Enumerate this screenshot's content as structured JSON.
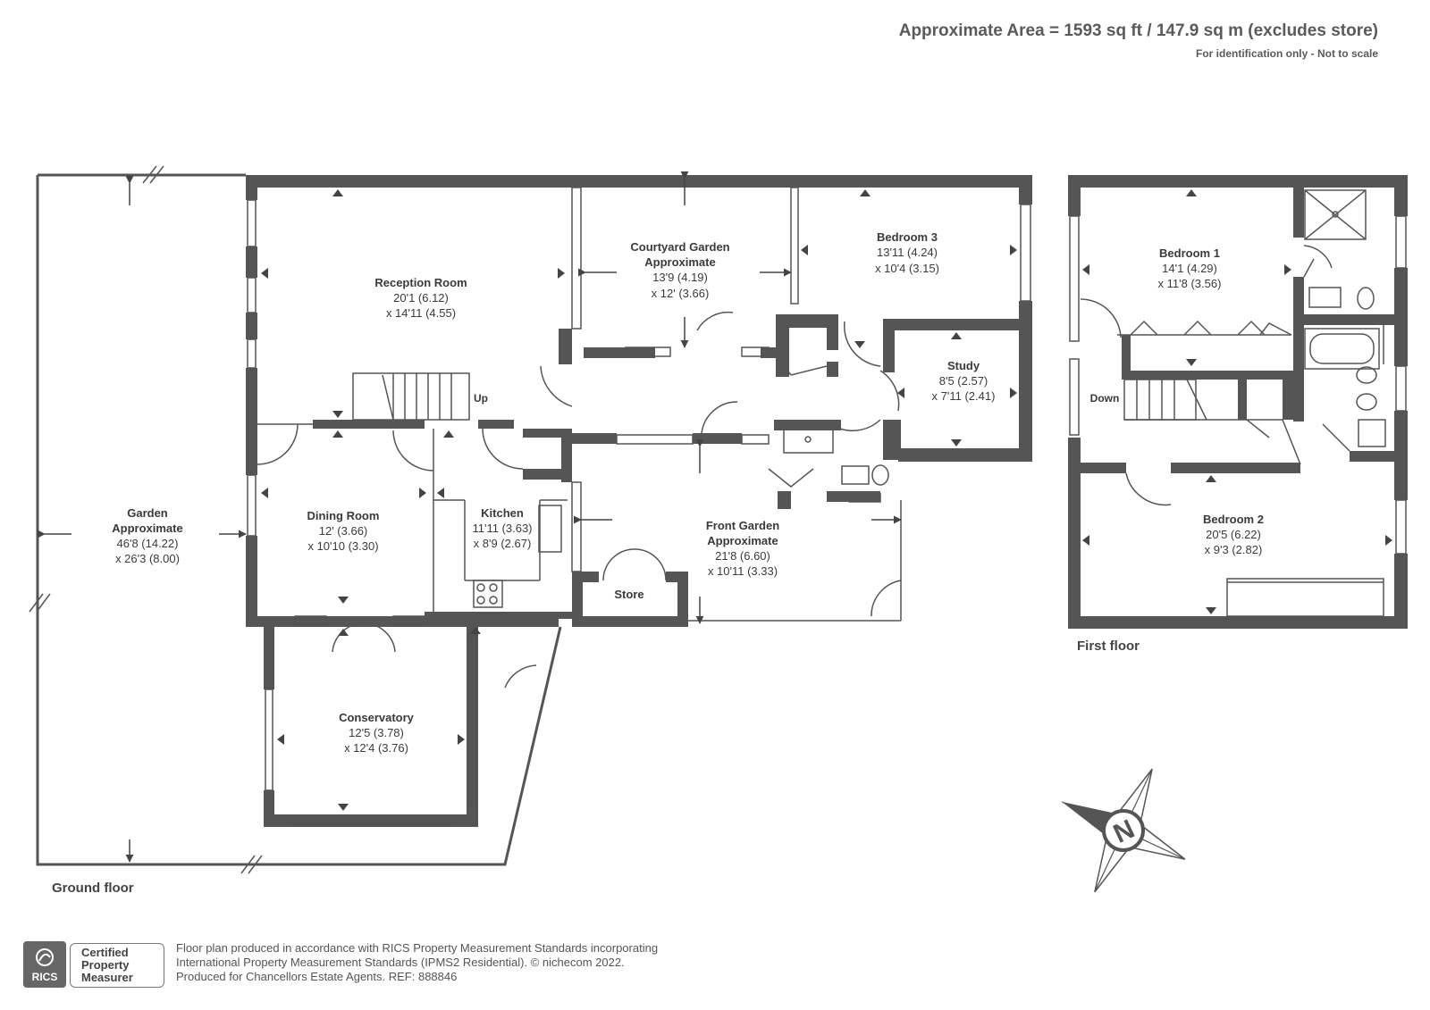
{
  "header": {
    "area": "Approximate Area = 1593 sq ft / 147.9 sq m (excludes store)",
    "note": "For identification only - Not to scale"
  },
  "rooms": {
    "garden": {
      "name_1": "Garden",
      "name_2": "Approximate",
      "dim_1": "46'8 (14.22)",
      "dim_2": "x 26'3 (8.00)"
    },
    "reception": {
      "name": "Reception Room",
      "dim_1": "20'1 (6.12)",
      "dim_2": "x 14'11 (4.55)"
    },
    "courtyard": {
      "name_1": "Courtyard Garden",
      "name_2": "Approximate",
      "dim_1": "13'9 (4.19)",
      "dim_2": "x 12' (3.66)"
    },
    "bedroom3": {
      "name": "Bedroom 3",
      "dim_1": "13'11 (4.24)",
      "dim_2": "x 10'4 (3.15)"
    },
    "study": {
      "name": "Study",
      "dim_1": "8'5 (2.57)",
      "dim_2": "x 7'11 (2.41)"
    },
    "dining": {
      "name": "Dining Room",
      "dim_1": "12' (3.66)",
      "dim_2": "x 10'10 (3.30)"
    },
    "kitchen": {
      "name": "Kitchen",
      "dim_1": "11'11 (3.63)",
      "dim_2": "x 8'9 (2.67)"
    },
    "front_garden": {
      "name_1": "Front Garden",
      "name_2": "Approximate",
      "dim_1": "21'8 (6.60)",
      "dim_2": "x 10'11 (3.33)"
    },
    "store": {
      "name": "Store"
    },
    "conservatory": {
      "name": "Conservatory",
      "dim_1": "12'5 (3.78)",
      "dim_2": "x 12'4 (3.76)"
    },
    "bedroom1": {
      "name": "Bedroom 1",
      "dim_1": "14'1 (4.29)",
      "dim_2": "x 11'8 (3.56)"
    },
    "bedroom2": {
      "name": "Bedroom 2",
      "dim_1": "20'5 (6.22)",
      "dim_2": "x 9'3 (2.82)"
    }
  },
  "stairs": {
    "up": "Up",
    "down": "Down"
  },
  "floors": {
    "ground": "Ground floor",
    "first": "First floor"
  },
  "compass": {
    "letter": "N"
  },
  "logos": {
    "rics": "RICS",
    "certified_1": "Certified",
    "certified_2": "Property",
    "certified_3": "Measurer"
  },
  "footer": {
    "line1": "Floor plan produced in accordance with RICS Property Measurement Standards incorporating",
    "line2": "International Property Measurement Standards (IPMS2 Residential).   © nichecom 2022.",
    "line3": "Produced for Chancellors Estate Agents.   REF: 888846"
  },
  "colors": {
    "wall": "#555555",
    "text": "#3a3a3a",
    "line": "#555555"
  }
}
